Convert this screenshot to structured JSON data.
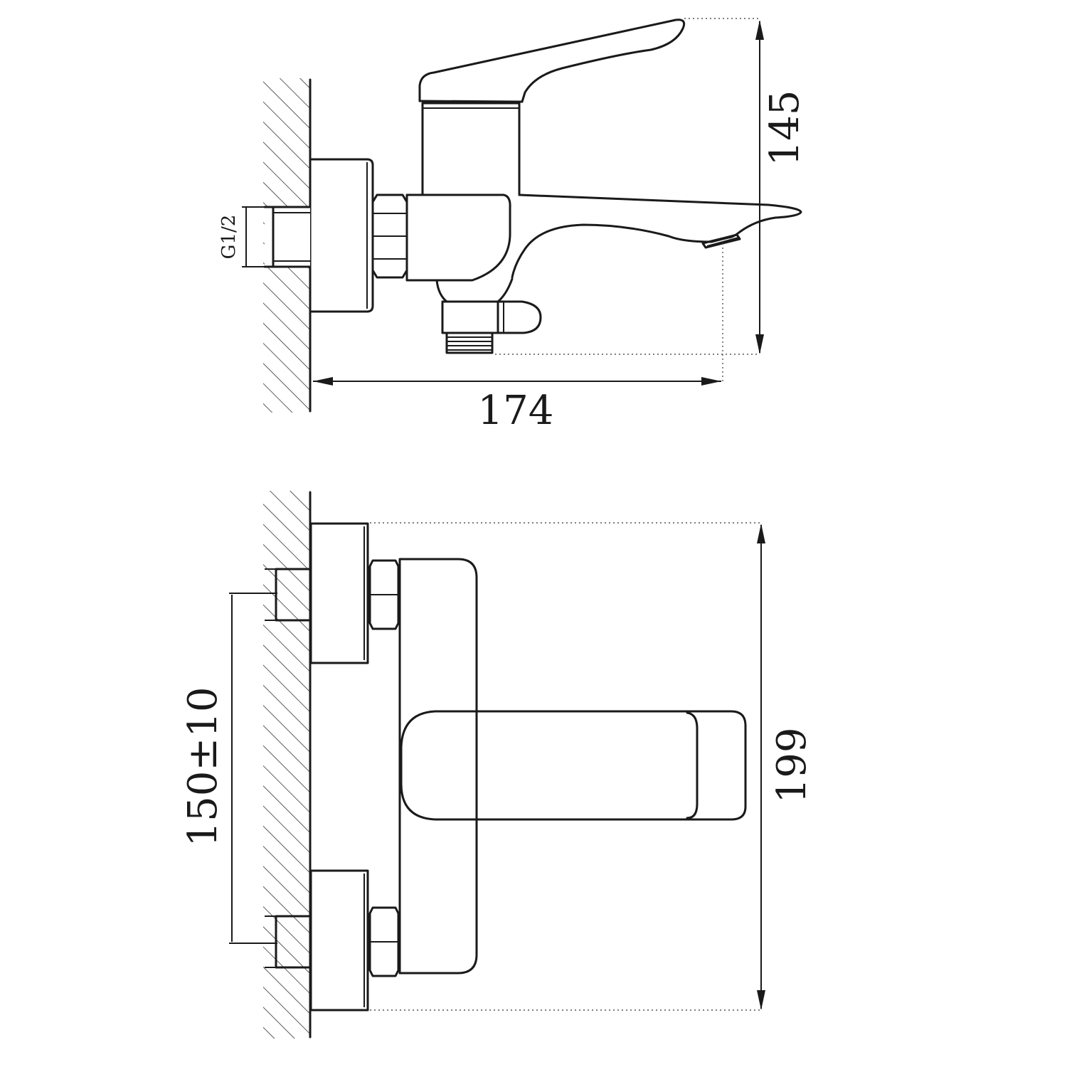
{
  "drawing": {
    "dimensions": {
      "side_height": "145",
      "side_length": "174",
      "thread_size": "G1/2",
      "front_spacing": "150±10",
      "front_height": "199"
    }
  }
}
